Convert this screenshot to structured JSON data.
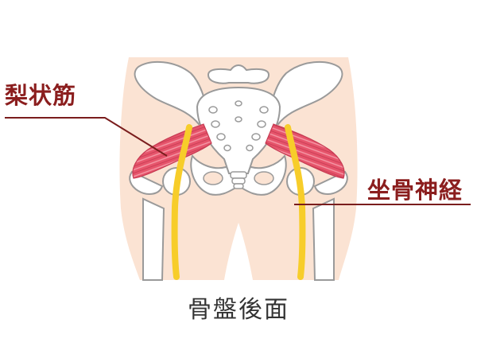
{
  "labels": {
    "piriformis": "梨状筋",
    "sciatic_nerve": "坐骨神経"
  },
  "caption": "骨盤後面",
  "colors": {
    "skin": "#fbe3d3",
    "bone": "#ffffff",
    "bone_outline": "#9a9a9a",
    "muscle": "#e6546b",
    "nerve": "#f7cd2a",
    "label_text": "#8b1e1e",
    "leader_line": "#7a1d1d",
    "caption_text": "#333333"
  }
}
